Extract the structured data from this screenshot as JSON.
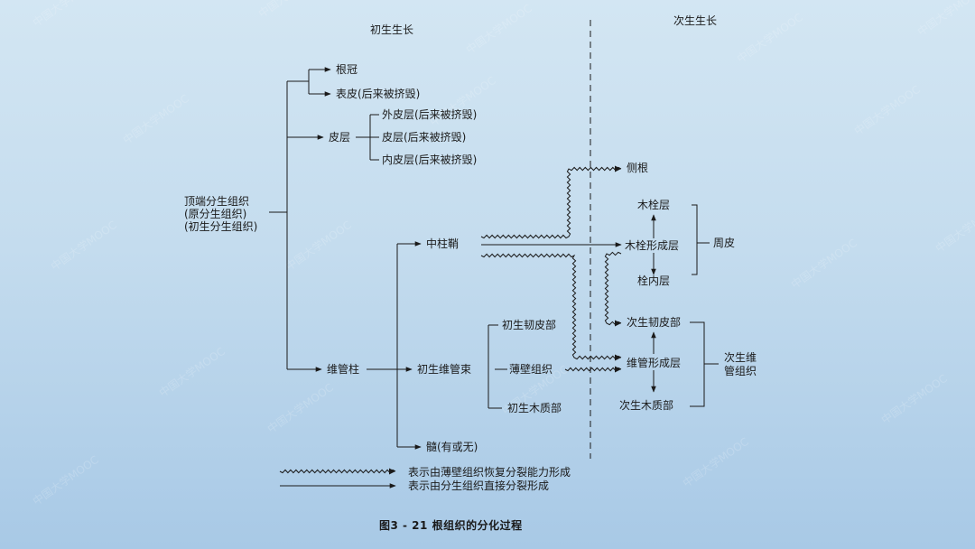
{
  "headers": {
    "primary": "初生生长",
    "secondary": "次生生长"
  },
  "root_label": [
    "顶端分生组织",
    "(原分生组织)",
    "(初生分生组织)"
  ],
  "tier1": {
    "root_cap": "根冠",
    "epidermis": "表皮(后来被挤毁)",
    "cortex": "皮层",
    "stele": "维管柱"
  },
  "cortex_children": {
    "exodermis": "外皮层(后来被挤毁)",
    "cortex_inner": "皮层(后来被挤毁)",
    "endodermis": "内皮层(后来被挤毁)"
  },
  "stele_children": {
    "pericycle": "中柱鞘",
    "bundle": "初生维管束",
    "pith": "髓(有或无)"
  },
  "bundle_children": {
    "phloem": "初生韧皮部",
    "parenchyma": "薄壁组织",
    "xylem": "初生木质部"
  },
  "secondary": {
    "lateral_root": "侧根",
    "cork": "木栓层",
    "cork_cambium": "木栓形成层",
    "phelloderm": "栓内层",
    "periderm": "周皮",
    "sec_phloem": "次生韧皮部",
    "vascular_cambium": "维管形成层",
    "sec_xylem": "次生木质部",
    "sec_vascular_line1": "次生维",
    "sec_vascular_line2": "管组织"
  },
  "legend": {
    "wavy": "表示由薄壁组织恢复分裂能力形成",
    "straight": "表示由分生组织直接分裂形成"
  },
  "caption": "图3 - 21   根组织的分化过程",
  "watermark": "中国大学MOOC",
  "colors": {
    "line": "#1a1a1a",
    "watermark": "#ffffff"
  }
}
